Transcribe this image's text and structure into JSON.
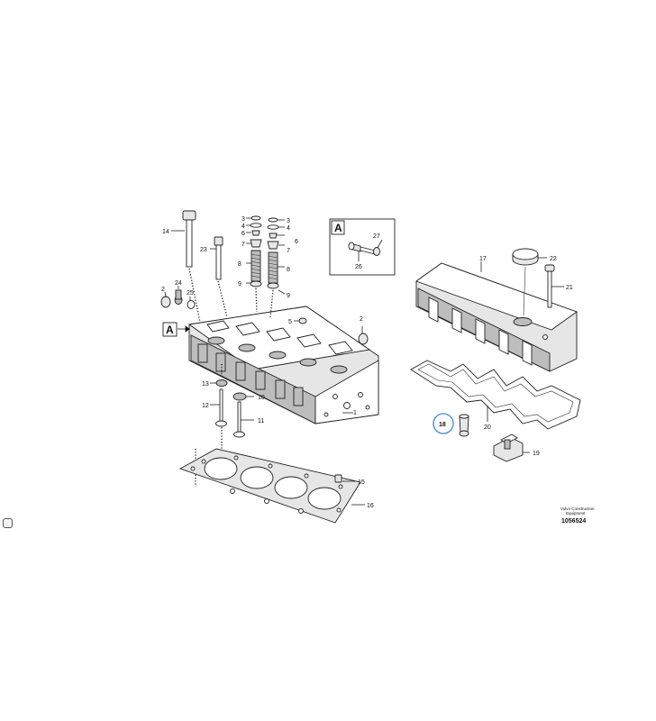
{
  "diagram": {
    "callouts": {
      "p1": "1",
      "p2a": "2",
      "p2b": "2",
      "p3a": "3",
      "p3b": "3",
      "p4a": "4",
      "p4b": "4",
      "p5": "5",
      "p6a": "6",
      "p6b": "6",
      "p7a": "7",
      "p7b": "7",
      "p8a": "8",
      "p8b": "8",
      "p9a": "9",
      "p9b": "9",
      "p10": "10",
      "p11": "11",
      "p12": "12",
      "p13": "13",
      "p14": "14",
      "p15": "15",
      "p16": "16",
      "p17": "17",
      "p18": "18",
      "p19": "19",
      "p20": "20",
      "p21": "21",
      "p22": "22",
      "p23": "23",
      "p24": "24",
      "p25": "25",
      "p26": "26",
      "p27": "27"
    },
    "view_marker": "A",
    "detail_marker": "A",
    "credit_line1": "Volvo Construction",
    "credit_line2": "Equipment",
    "figure_number": "1056524",
    "highlight_color": "#5b9bd5"
  }
}
